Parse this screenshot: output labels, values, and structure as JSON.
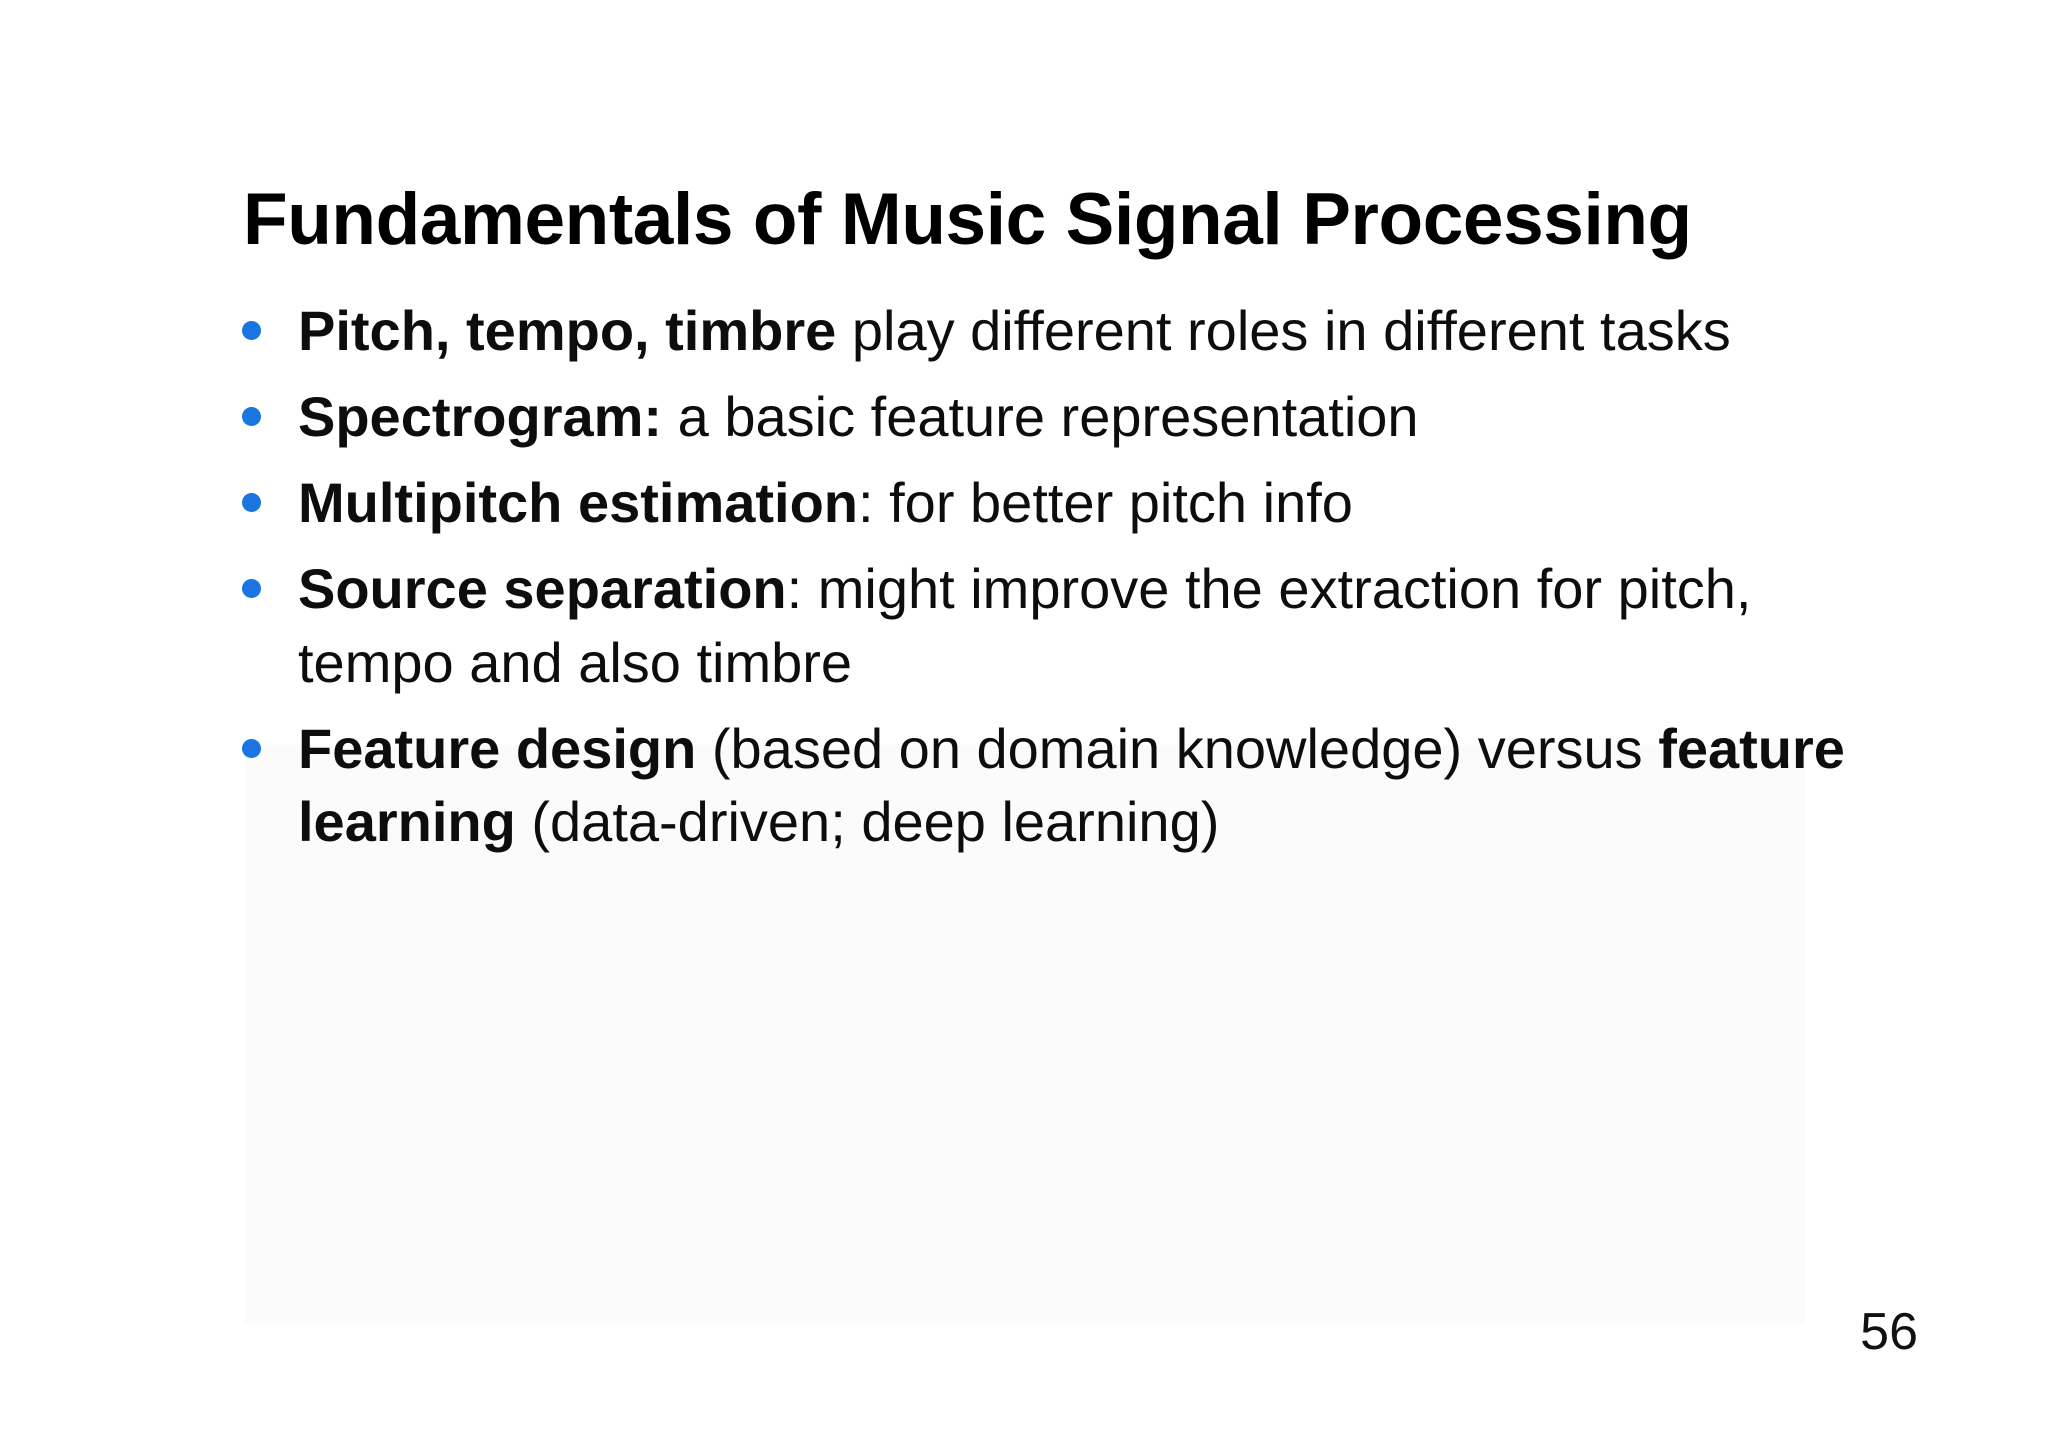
{
  "slide": {
    "title": "Fundamentals of Music Signal Processing",
    "page_number": "56",
    "accent_color": "#1b75e0",
    "text_color": "#0d0d0d",
    "background_color": "#ffffff",
    "bullet_icon": "blue-dot-bullet",
    "bullets": [
      {
        "bold_lead": "Pitch, tempo, timbre",
        "rest": " play different roles in different tasks"
      },
      {
        "bold_lead": "Spectrogram:",
        "rest": " a basic feature representation"
      },
      {
        "bold_lead": "Multipitch estimation",
        "rest": ": for better pitch info"
      },
      {
        "bold_lead": "Source separation",
        "rest": ": might improve the extraction for pitch, tempo and also timbre"
      },
      {
        "bold_lead": "Feature design",
        "mid": " (based on domain knowledge) versus ",
        "bold_second": "feature learning",
        "rest": " (data-driven; deep learning)"
      }
    ]
  }
}
